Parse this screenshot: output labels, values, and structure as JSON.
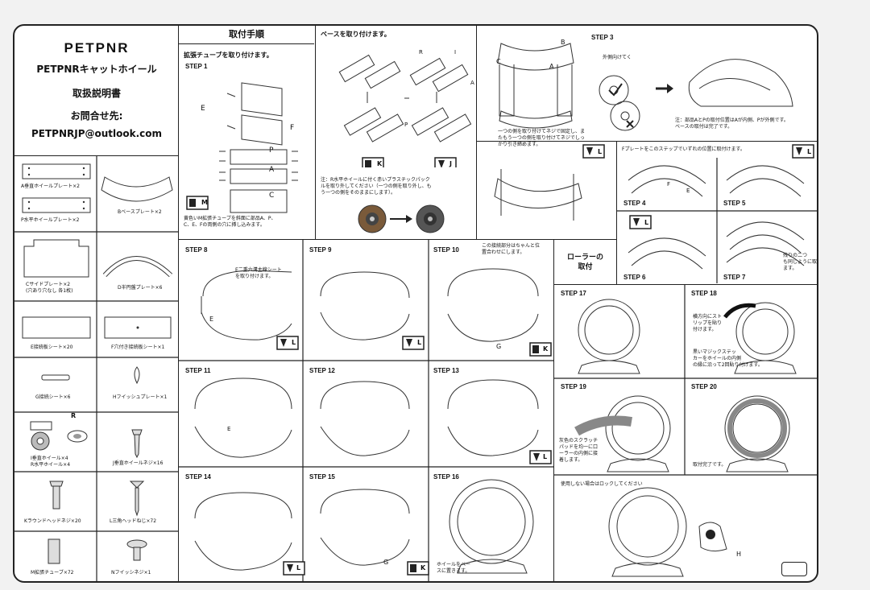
{
  "brand": {
    "logo": "PETPNR",
    "product": "PETPNRキャットホイール",
    "manual": "取扱説明書",
    "contact_label": "お問合せ先:",
    "email": "PETPNRJP@outlook.com"
  },
  "parts": [
    {
      "label": "A垂直ホイールプレート×2"
    },
    {
      "label": "Bベースプレート×2"
    },
    {
      "label": "P水平ホイールプレート×2"
    },
    {
      "label": "Cサイドプレート×2\n(穴あり穴なし 各1枚)"
    },
    {
      "label": "D半円盤プレート×6"
    },
    {
      "label": "E接続板シート×20"
    },
    {
      "label": "F穴付き接続板シート×1"
    },
    {
      "label": "G接続シート×6"
    },
    {
      "label": "Hフイッシュプレート×1"
    },
    {
      "label": "I垂直ホイール×4\nR水平ホイール×4",
      "tag": "R"
    },
    {
      "label": "J垂直ホイールネジ×16"
    },
    {
      "label": "Kラウンドヘッドネジ×20"
    },
    {
      "label": "L三角ヘッドねじ×72"
    },
    {
      "label": "M拡張チューブ×72"
    },
    {
      "label": "Nフイッシネジ×1"
    }
  ],
  "sections": {
    "procedure_title": "取付手順",
    "step1_heading": "拡張チューブを取り付けます。",
    "step1_label": "STEP 1",
    "step1_note": "黄色いM拡張チューブを斜面に部品A、P、\nC、E、Fの両側の穴に挿し込みます。",
    "base_heading": "ベースを取り付けます。",
    "base_note": "注：R水平ホイールに付く赤いプラスチックパック\nルを取り外してください（一つの側を取り外し、も\nう一つの側をそのままにします）。",
    "step3_label": "STEP 3",
    "step3_outward": "外側向けてく",
    "step3_note": "一つの側を取り付けてネジで固定し、ま\nたもう一つの側を取り付けてネジでしっ\nかり引き締めます。",
    "step3_note2": "注：部品AとPの取付位置はAが内側、Pが外側です。\nベースの取付は完了です。",
    "steps4_7_heading": "Fプレートをこのステップでいずれの位置に取付けます。",
    "step4_label": "STEP 4",
    "step5_label": "STEP 5",
    "step6_label": "STEP 6",
    "step7_label": "STEP 7",
    "step7_note": "残りの二つ\nも同じように取り付け\nます。",
    "step8_label": "STEP 8",
    "step8_note": "E二重六溝主線シート\nを取り付けます。",
    "step9_label": "STEP 9",
    "step10_label": "STEP 10",
    "step10_note": "この接続部分はちゃんと位\n置合わせにします。",
    "roller_title": "ローラーの\n取付",
    "step11_label": "STEP 11",
    "step12_label": "STEP 12",
    "step13_label": "STEP 13",
    "step14_label": "STEP 14",
    "step15_label": "STEP 15",
    "step16_label": "STEP 16",
    "step16_note": "ホイールをベー\nスに置きます。",
    "step17_label": "STEP 17",
    "step18_label": "STEP 18",
    "step18_note1": "横方向にスト\nリップを貼り\n付けます。",
    "step18_note2": "黒いマジックステッ\nカーをホイールの内側\nの縁に沿って2回貼り付けます。",
    "step19_label": "STEP 19",
    "step19_note": "灰色のスクラッチ\nパッドを均一に口\nーラーの内側に接\n着します。",
    "step20_label": "STEP 20",
    "step20_note": "取付完了です。",
    "lock_note": "使用しない場合はロックしてください"
  },
  "tool_labels": {
    "K": "K",
    "J": "J",
    "L": "L",
    "M": "M"
  },
  "part_tags": {
    "A": "A",
    "B": "B",
    "C": "C",
    "E": "E",
    "F": "F",
    "G": "G",
    "H": "H",
    "P": "P",
    "R": "R",
    "I": "I"
  }
}
